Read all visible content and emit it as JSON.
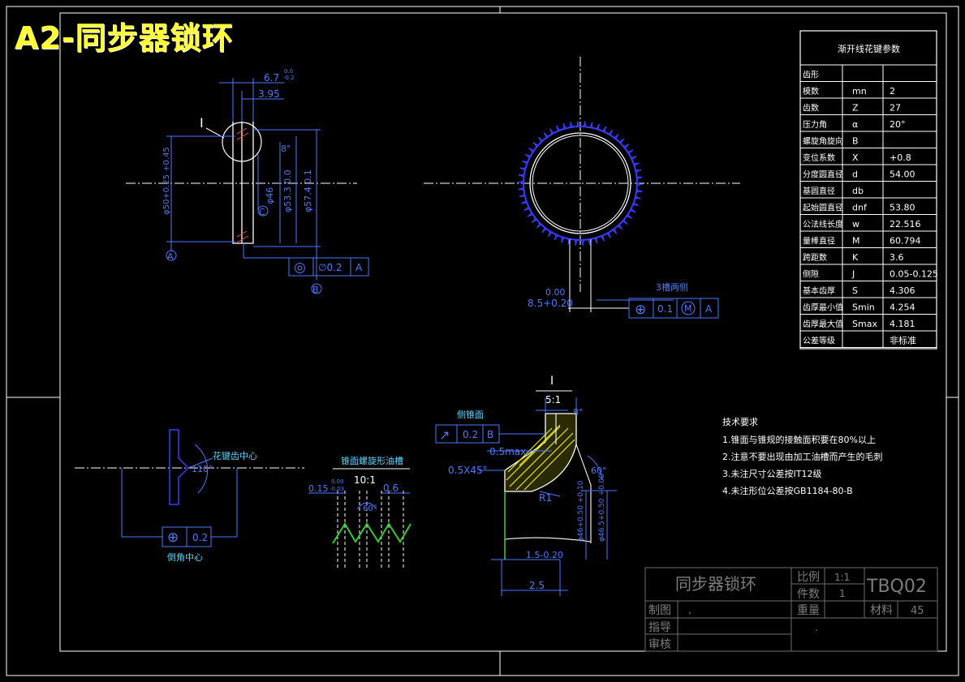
{
  "title": "A2-同步器锁环",
  "colors": {
    "background": "#000000",
    "title": "#ffff33",
    "outline": "#ffffff",
    "dimension": "#4d78ff",
    "leader": "#5ad6ff",
    "teeth": "#3a3aff",
    "hatch": "#ffff00",
    "spline": "#33cc33",
    "titleblock": "#6e6e6e"
  },
  "views": {
    "section": {
      "dims": {
        "width_top": "6.7",
        "width_top_tol_up": "0.0",
        "width_top_tol_dn": "-0.2",
        "width_inner": "3.95",
        "detail_mark": "I",
        "angle": "8°",
        "d_outer_tol": "φ50+0.25 +0.45",
        "d46": "φ46",
        "d53": "φ53.3 0.0",
        "d57": "φ57.4 0.1",
        "datum_a": "A",
        "datum_b": "B",
        "datum_c": "C",
        "fcf_sym": "◎",
        "fcf_value": "∅0.2",
        "fcf_datum": "A"
      }
    },
    "front": {
      "dims": {
        "slot_tol_up": "0.00",
        "slot_width": "8.5+0.20",
        "slot_note": "3槽两侧",
        "fcf_sym": "⊕",
        "fcf_value": "0.1",
        "fcf_mod": "M",
        "fcf_datum": "A"
      }
    },
    "tooth": {
      "note": "花键齿中心",
      "angle": "110°",
      "fcf_sym": "⊕",
      "fcf_value": "0.2",
      "bottom_label": "倒角中心"
    },
    "groove": {
      "title": "锥面螺旋形油槽",
      "scale": "10:1",
      "dim_left": "0.15",
      "dim_left_tol_up": "0.00",
      "dim_left_tol_dn": "-0.03",
      "dim_right": "0.6",
      "angle": "60°"
    },
    "detail": {
      "mark": "I",
      "scale": "5:1",
      "face_label": "侧锥面",
      "fcf_sym": "↗",
      "fcf_value": "0.2",
      "fcf_datum": "B",
      "max_note": "0.5max",
      "chamfer": "0.5X45°",
      "radius": "R1",
      "angle_top": "8°",
      "angle_side": "60°",
      "d46": "φ46+0.50 +0.10",
      "d46_5": "φ46.5+0.50 +0.00",
      "dim_1_5": "1.5-0.20",
      "dim_2_5": "2.5"
    }
  },
  "spline_table": {
    "title": "渐开线花键参数",
    "rows": [
      {
        "param": "齿形",
        "sym": "",
        "val": ""
      },
      {
        "param": "模数",
        "sym": "mn",
        "val": "2"
      },
      {
        "param": "齿数",
        "sym": "Z",
        "val": "27"
      },
      {
        "param": "压力角",
        "sym": "α",
        "val": "20°"
      },
      {
        "param": "螺旋角旋向",
        "sym": "B",
        "val": ""
      },
      {
        "param": "变位系数",
        "sym": "X",
        "val": "+0.8"
      },
      {
        "param": "分度圆直径",
        "sym": "d",
        "val": "54.00"
      },
      {
        "param": "基圆直径",
        "sym": "db",
        "val": ""
      },
      {
        "param": "起始圆直径",
        "sym": "dnf",
        "val": "53.80"
      },
      {
        "param": "公法线长度",
        "sym": "w",
        "val": "22.516"
      },
      {
        "param": "量棒直径",
        "sym": "M",
        "val": "60.794"
      },
      {
        "param": "跨距数",
        "sym": "K",
        "val": "3.6"
      },
      {
        "param": "侧隙",
        "sym": "J",
        "val": "0.05-0.125"
      },
      {
        "param": "基本齿厚",
        "sym": "S",
        "val": "4.306"
      },
      {
        "param": "齿厚最小值",
        "sym": "Smin",
        "val": "4.254"
      },
      {
        "param": "齿厚最大值",
        "sym": "Smax",
        "val": "4.181"
      },
      {
        "param": "公差等级",
        "sym": "",
        "val": "非标准"
      }
    ]
  },
  "tech_requirements": {
    "heading": "技术要求",
    "items": [
      "1.锥面与锥规的接触面积要在80%以上",
      "2.注意不要出现由加工油槽而产生的毛刺",
      "3.未注尺寸公差按IT12级",
      "4.未注形位公差按GB1184-80-B"
    ]
  },
  "title_block": {
    "part_name": "同步器锁环",
    "scale_label": "比例",
    "scale_value": "1:1",
    "qty_label": "件数",
    "qty_value": "1",
    "drawing_no": "TBQ02",
    "drawn_label": "制图",
    "drawn_value": ",",
    "guide_label": "指导",
    "review_label": "审核",
    "weight_label": "重量",
    "weight_value": ".",
    "material_label": "材料",
    "material_value": "45"
  }
}
